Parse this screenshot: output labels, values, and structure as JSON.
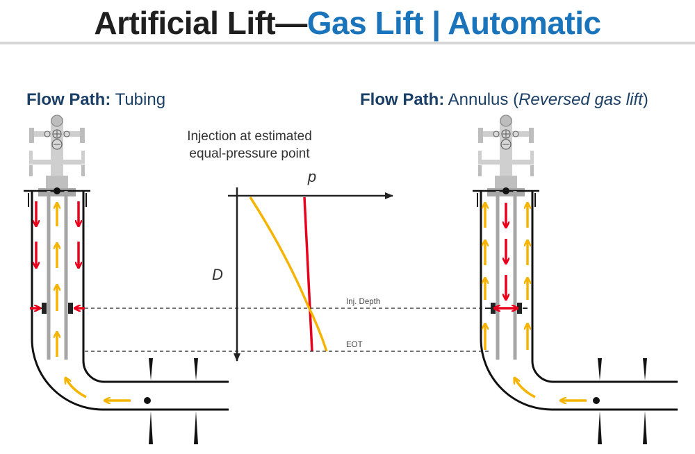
{
  "title": {
    "main": "Artificial Lift—",
    "accent": "Gas Lift | Automatic"
  },
  "left_well": {
    "label_bold": "Flow Path:",
    "label_rest": "Tubing"
  },
  "right_well": {
    "label_bold": "Flow Path:",
    "label_rest_before": "Annulus (",
    "label_italic": "Reversed gas lift",
    "label_rest_after": ")"
  },
  "center": {
    "note_line1": "Injection at estimated",
    "note_line2": "equal-pressure point",
    "p_axis_label": "p",
    "d_axis_label": "D",
    "inj_depth_label": "Inj. Depth",
    "eot_label": "EOT"
  },
  "colors": {
    "gas": "#e8001c",
    "fluid": "#f6b400",
    "title_accent": "#1a74bb",
    "caption": "#1a3f66"
  }
}
